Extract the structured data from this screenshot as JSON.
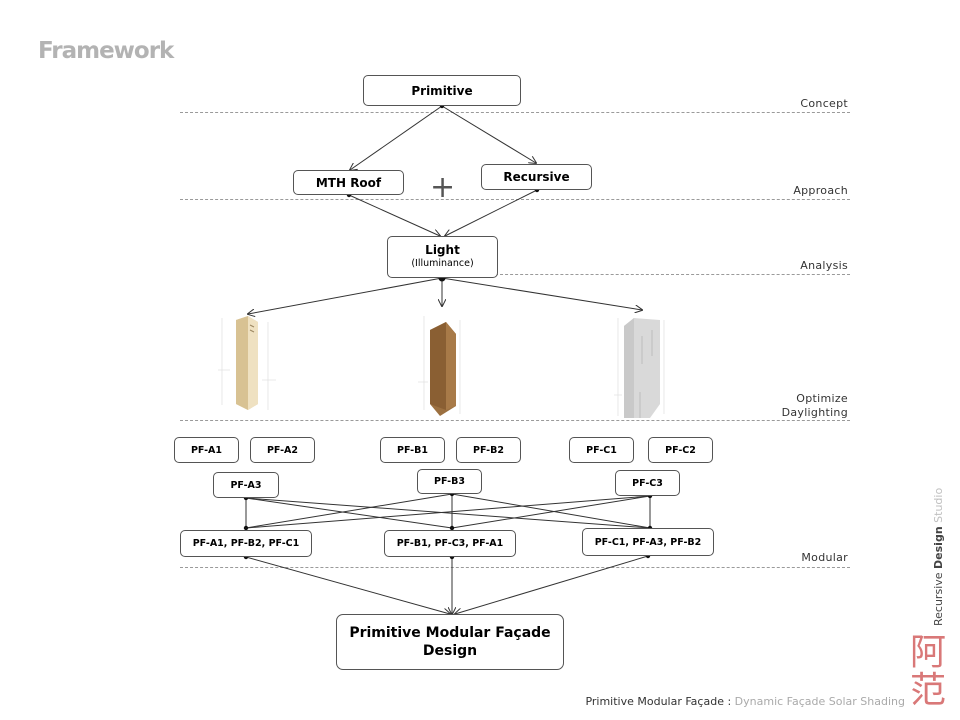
{
  "title": "Framework",
  "stages": {
    "concept": "Concept",
    "approach": "Approach",
    "analysis": "Analysis",
    "optimize": "Optimize Daylighting",
    "modular": "Modular"
  },
  "nodes": {
    "primitive": "Primitive",
    "mth_roof": "MTH Roof",
    "recursive": "Recursive",
    "plus": "+",
    "light": "Light",
    "light_sub": "(Illuminance)",
    "final": "Primitive Modular Façade Design"
  },
  "variants": {
    "pf_a1": "PF-A1",
    "pf_a2": "PF-A2",
    "pf_a3": "PF-A3",
    "pf_b1": "PF-B1",
    "pf_b2": "PF-B2",
    "pf_b3": "PF-B3",
    "pf_c1": "PF-C1",
    "pf_c2": "PF-C2",
    "pf_c3": "PF-C3"
  },
  "combos": {
    "combo_1": "PF-A1, PF-B2, PF-C1",
    "combo_2": "PF-B1, PF-C3, PF-A1",
    "combo_3": "PF-C1, PF-A3, PF-B2"
  },
  "footer": {
    "main": "Primitive Modular Façade :",
    "sub": "Dynamic Façade Solar Shading"
  },
  "brand": {
    "part1": "Recursive ",
    "part2": "Design",
    "part3": " Studio",
    "seal": "阿范"
  },
  "model_colors": {
    "model_a": "#e6d3ad",
    "model_b": "#9c7040",
    "model_c": "#d9d9d9"
  }
}
